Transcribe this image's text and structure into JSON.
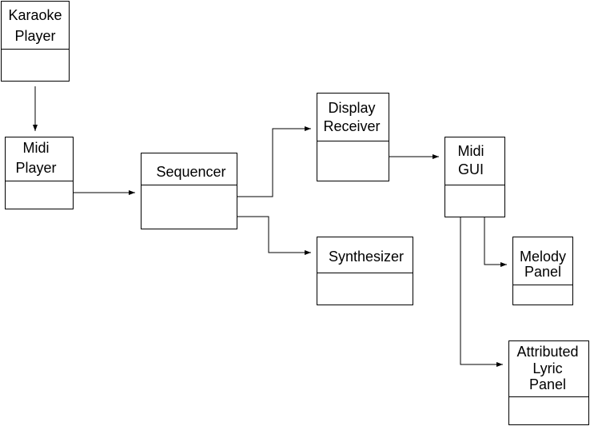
{
  "diagram": {
    "nodes": [
      {
        "id": "karaoke-player",
        "lines": [
          "Karaoke",
          "Player"
        ]
      },
      {
        "id": "midi-player",
        "lines": [
          "Midi",
          "Player"
        ]
      },
      {
        "id": "sequencer",
        "lines": [
          "Sequencer"
        ]
      },
      {
        "id": "display-receiver",
        "lines": [
          "Display",
          "Receiver"
        ]
      },
      {
        "id": "synthesizer",
        "lines": [
          "Synthesizer"
        ]
      },
      {
        "id": "midi-gui",
        "lines": [
          "Midi",
          "GUI"
        ]
      },
      {
        "id": "melody-panel",
        "lines": [
          "Melody",
          "Panel"
        ]
      },
      {
        "id": "attributed-lyric-panel",
        "lines": [
          "Attributed",
          "Lyric",
          "Panel"
        ]
      }
    ],
    "edges": [
      {
        "from": "karaoke-player",
        "to": "midi-player"
      },
      {
        "from": "midi-player",
        "to": "sequencer"
      },
      {
        "from": "sequencer",
        "to": "display-receiver"
      },
      {
        "from": "sequencer",
        "to": "synthesizer"
      },
      {
        "from": "display-receiver",
        "to": "midi-gui"
      },
      {
        "from": "midi-gui",
        "to": "melody-panel"
      },
      {
        "from": "midi-gui",
        "to": "attributed-lyric-panel"
      }
    ]
  }
}
